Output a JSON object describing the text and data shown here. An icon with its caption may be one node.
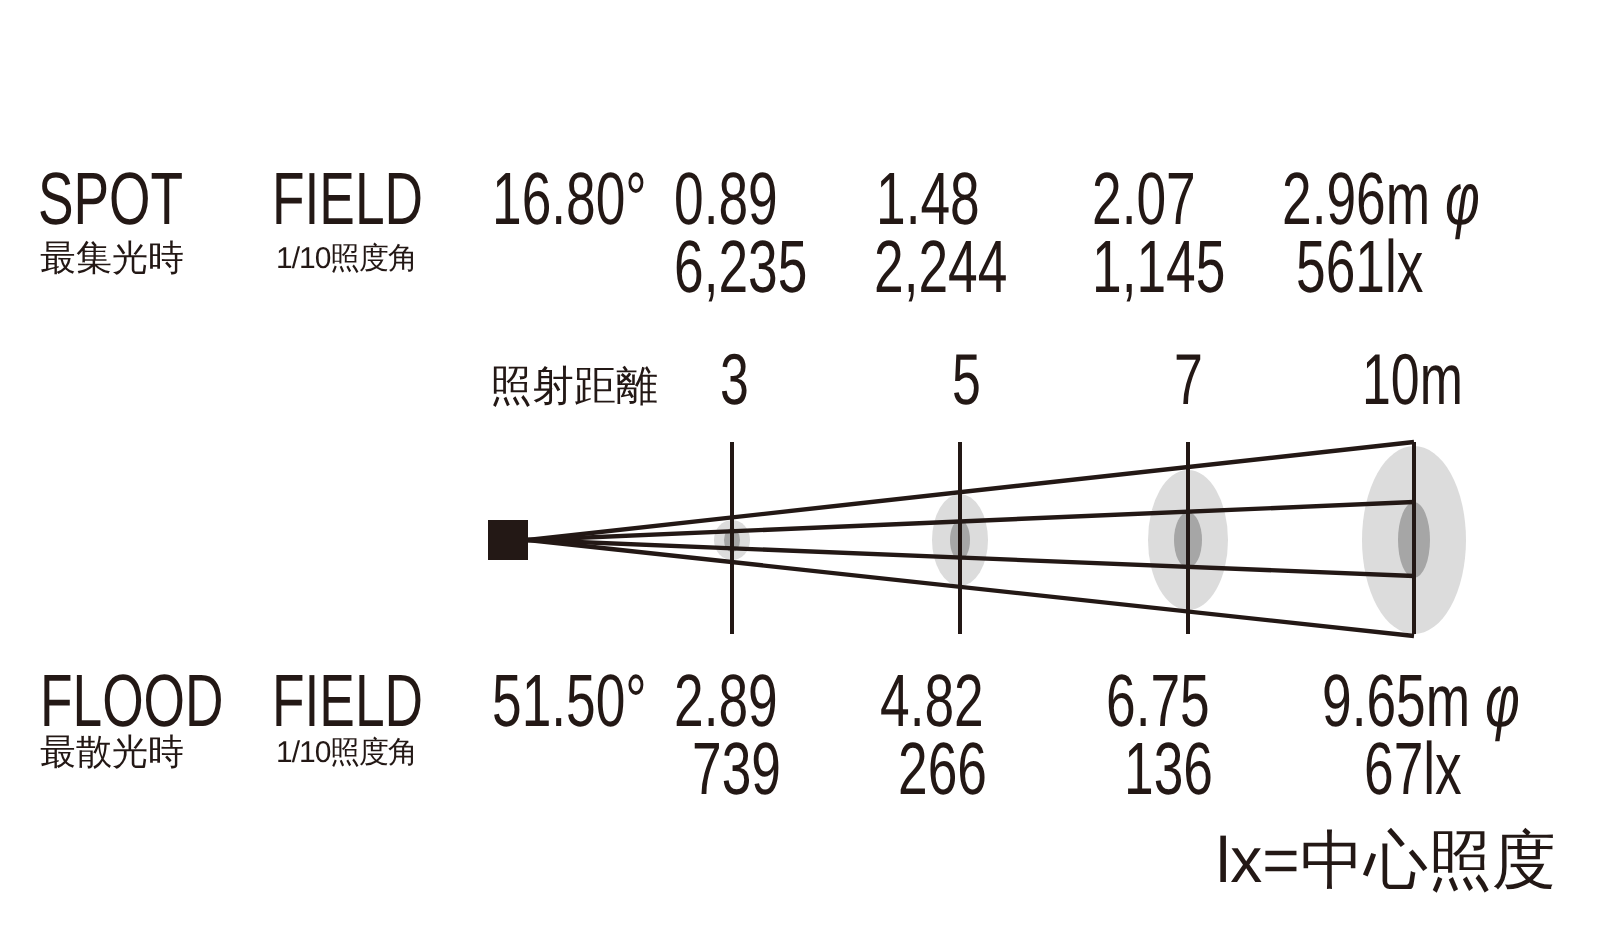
{
  "diagram": {
    "labels": [
      "SPOT",
      "FIELD",
      "16.80°",
      "0.89",
      "1.48",
      "2.07",
      "2.96m *φ*",
      "最集光時",
      "1/10照度角",
      "6,235",
      "2,244",
      "1,145",
      "561lx",
      "照射距離",
      "3",
      "5",
      "7",
      "10m",
      "FLOOD",
      "FIELD",
      "51.50°",
      "2.89",
      "4.82",
      "6.75",
      "9.65m *φ*",
      "最散光時",
      "1/10照度角",
      "739",
      "266",
      "136",
      "67lx",
      "lx=中心照度"
    ]
  }
}
